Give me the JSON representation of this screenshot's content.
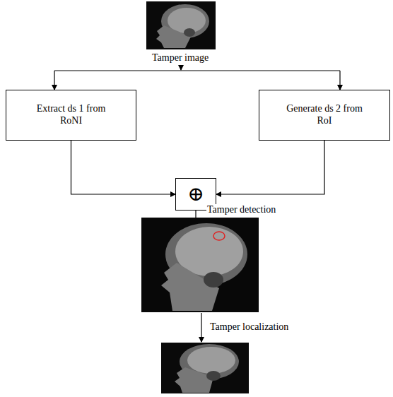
{
  "diagram": {
    "nodes": [
      {
        "text": [
          "Extract ds 1 from RoNI"
        ]
      },
      {
        "text": [
          "Generate ds 2 from RoI"
        ]
      },
      {
        "text": [
          "⊕"
        ]
      }
    ],
    "edges": [
      {
        "from": 0,
        "to": 2,
        "arrow": "to"
      },
      {
        "from": 1,
        "to": 2,
        "arrow": "to"
      }
    ],
    "labels": [
      "Tamper image",
      "Tamper detection",
      "Tamper localization"
    ]
  }
}
